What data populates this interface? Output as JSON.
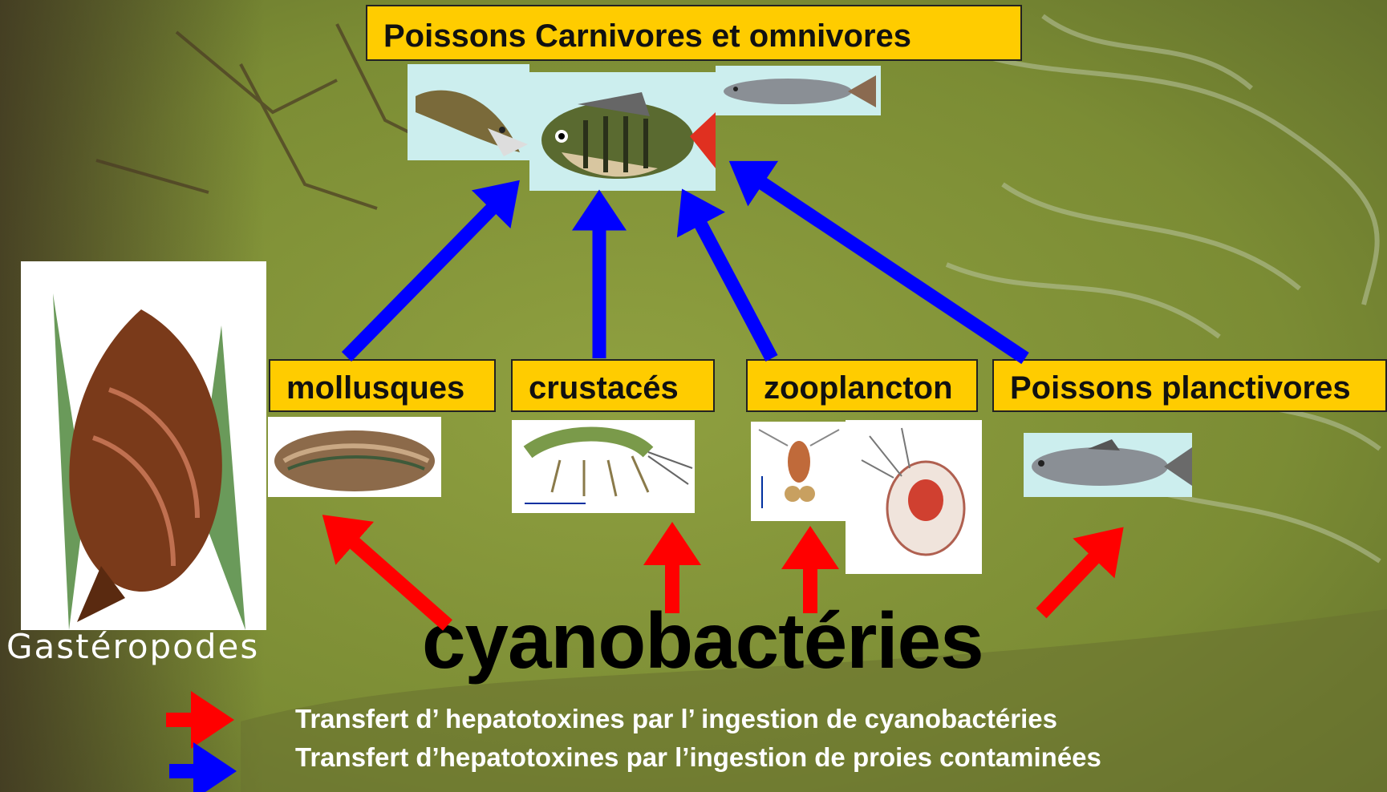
{
  "top_box": {
    "label": "Poissons Carnivores et omnivores"
  },
  "groups": [
    {
      "label": "mollusques"
    },
    {
      "label": "crustacés"
    },
    {
      "label": "zooplancton"
    },
    {
      "label": "Poissons planctivores"
    }
  ],
  "gastropodes_label": "Gastéropodes",
  "center_label": "cyanobactéries",
  "legend": [
    {
      "color": "#ff0000",
      "text": "Transfert d’ hepatotoxines par l’ ingestion de cyanobactéries"
    },
    {
      "color": "#0000ff",
      "text": "Transfert d’hepatotoxines par l’ingestion de proies contaminées"
    }
  ],
  "arrow_colors": {
    "blue": "#0000ff",
    "red": "#ff0000"
  }
}
